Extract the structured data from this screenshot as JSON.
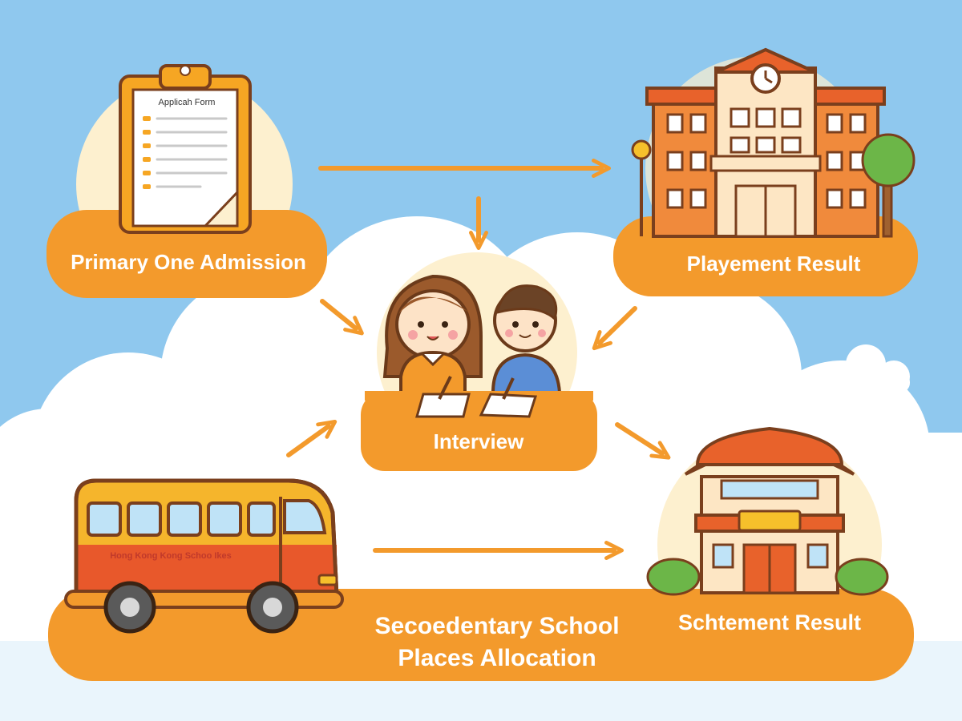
{
  "nodes": {
    "primary_admission": {
      "label": "Primary One Admission",
      "form_title": "Applicah Form"
    },
    "placement_result": {
      "label": "Playement Result"
    },
    "interview": {
      "label": "Interview"
    },
    "secondary_allocation": {
      "label_line1": "Secoedentary School",
      "label_line2": "Places Allocation",
      "bus_text": "Hong Kong Kong Schoo Ikes"
    },
    "settlement_result": {
      "label": "Schtement Result"
    }
  },
  "colors": {
    "sky": "#8fc8ee",
    "cloud": "#ffffff",
    "node_orange": "#f39a2c",
    "arrow_orange": "#f39a2c",
    "halo": "#fdf0cf",
    "label_text": "#ffffff",
    "outline": "#7a3f1d"
  },
  "icons": [
    "clipboard-icon",
    "school-building-icon",
    "children-studying-icon",
    "school-bus-icon",
    "chinese-school-icon"
  ]
}
